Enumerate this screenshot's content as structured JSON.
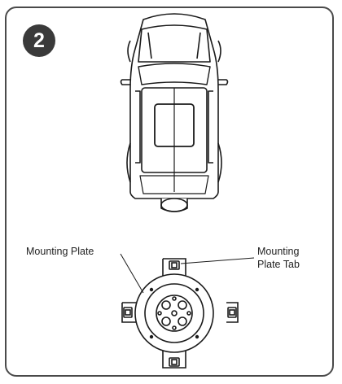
{
  "step": {
    "number": "2"
  },
  "labels": {
    "mounting_plate": "Mounting Plate",
    "mounting_plate_tab_line1": "Mounting",
    "mounting_plate_tab_line2": "Plate Tab"
  },
  "colors": {
    "border": "#4a4a4a",
    "badge_bg": "#3a3a3a",
    "line": "#1a1a1a"
  }
}
